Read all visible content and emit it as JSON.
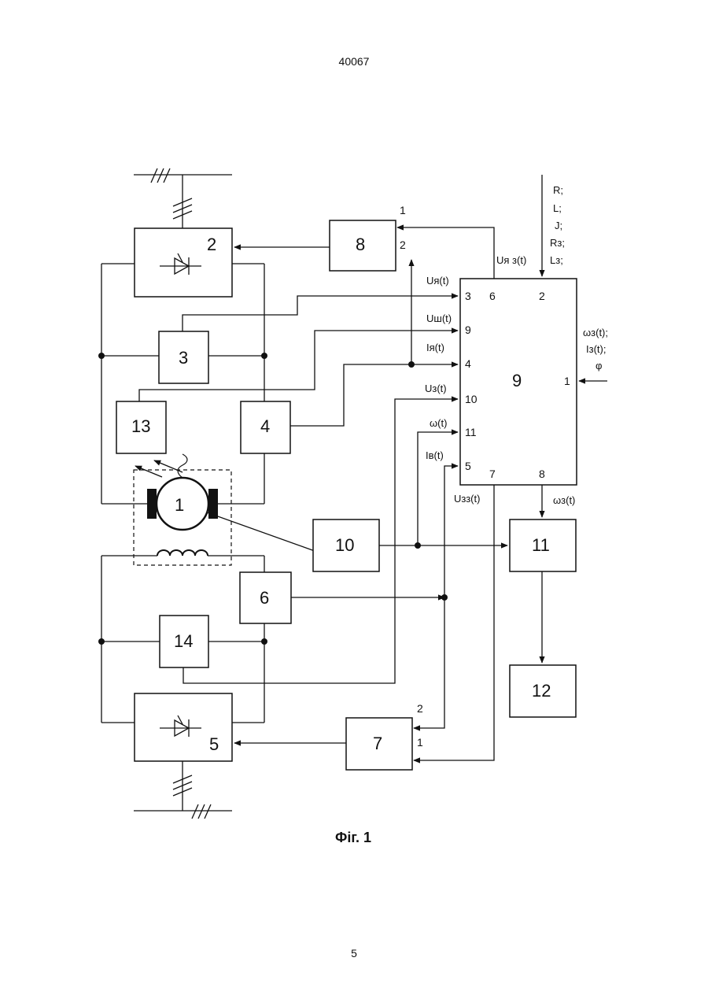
{
  "document": {
    "number": "40067",
    "page": "5",
    "figure_caption": "Фіг. 1"
  },
  "blocks": {
    "b1": "1",
    "b2": "2",
    "b3": "3",
    "b4": "4",
    "b5": "5",
    "b6": "6",
    "b7": "7",
    "b8": "8",
    "b9": "9",
    "b10": "10",
    "b11": "11",
    "b12": "12",
    "b13": "13",
    "b14": "14"
  },
  "ports": {
    "b8_in1": "1",
    "b8_in2": "2",
    "b7_in2": "2",
    "b7_in1": "1",
    "b9_p3": "3",
    "b9_p6": "6",
    "b9_p2": "2",
    "b9_p9": "9",
    "b9_p4": "4",
    "b9_p1": "1",
    "b9_p10": "10",
    "b9_p11": "11",
    "b9_p5": "5",
    "b9_p7": "7",
    "b9_p8": "8"
  },
  "signals": {
    "params_R": "R;",
    "params_L": "L;",
    "params_J": "J;",
    "params_Rz": "Rз;",
    "params_Lz": "Lз;",
    "u_yaz": "Uя з(t)",
    "u_ya": "Uя(t)",
    "u_sh": "Uш(t)",
    "i_ya": "Iя(t)",
    "u_z": "Uз(t)",
    "omega": "ω(t)",
    "i_v": "Iв(t)",
    "u_zz": "Uзз(t)",
    "omega_z_out": "ωз(t)",
    "omega_z_in": "ωз(t);",
    "i_z_in": "Iз(t);",
    "phi_in": "φ"
  }
}
